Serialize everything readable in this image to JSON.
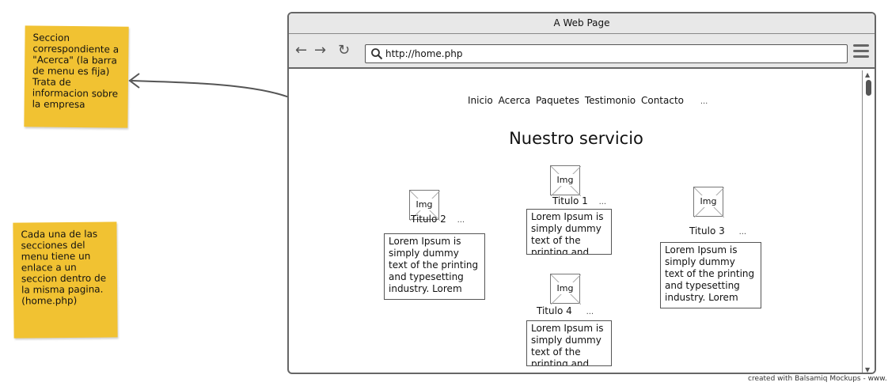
{
  "notes": [
    "Seccion\ncorrespondiente a\n\"Acerca\" (la barra\nde menu es fija)\nTrata de\ninformacion sobre\nla empresa",
    "Cada una de las\nsecciones del\nmenu tiene un\nenlace a un\nseccion dentro de\nla misma pagina.\n(home.php)"
  ],
  "window": {
    "title": "A Web Page",
    "url": "http://home.php"
  },
  "page": {
    "menu": [
      "Inicio",
      "Acerca",
      "Paquetes",
      "Testimonio",
      "Contacto"
    ],
    "menu_ellipsis": "...",
    "heading": "Nuestro servicio",
    "cards": [
      {
        "img": "Img",
        "title": "Titulo 1",
        "ellipsis": "...",
        "text": "Lorem Ipsum is simply dummy text of the printing and"
      },
      {
        "img": "Img",
        "title": "Titulo 2",
        "ellipsis": "...",
        "text": "Lorem Ipsum is simply dummy text of the printing and typesetting industry. Lorem"
      },
      {
        "img": "Img",
        "title": "Titulo 3",
        "ellipsis": "...",
        "text": "Lorem Ipsum is simply dummy text of the printing and typesetting industry. Lorem"
      },
      {
        "img": "Img",
        "title": "Titulo 4",
        "ellipsis": "...",
        "text": "Lorem Ipsum is simply dummy text of the printing and"
      }
    ]
  },
  "credit": "created with Balsamiq Mockups - www.",
  "icons": {
    "back": "arrow-left-icon",
    "forward": "arrow-right-icon",
    "reload": "reload-icon",
    "search": "search-icon",
    "menu": "hamburger-menu-icon"
  },
  "colors": {
    "note": "#f1c232",
    "frame": "#666666",
    "chrome": "#e8e8e8"
  }
}
